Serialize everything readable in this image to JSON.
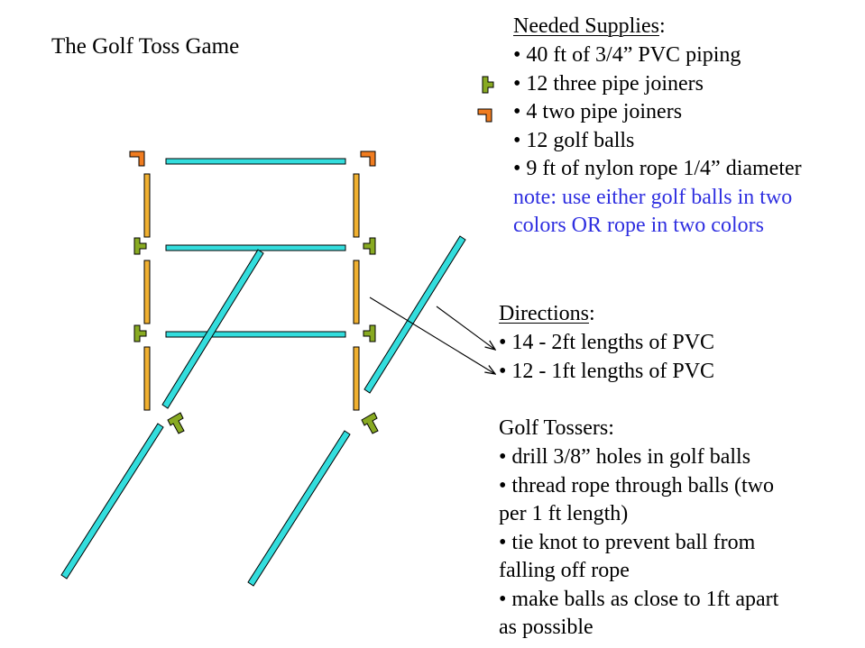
{
  "title": "The Golf Toss Game",
  "supplies": {
    "heading": "Needed Supplies",
    "heading_colon": ":",
    "items": [
      "• 40 ft of 3/4” PVC piping",
      "• 12 three pipe joiners",
      "• 4 two pipe joiners",
      "• 12 golf balls",
      "• 9 ft of nylon rope 1/4” diameter"
    ],
    "note_lines": [
      "note: use either golf balls in two",
      "colors OR rope in two colors"
    ]
  },
  "directions": {
    "heading": "Directions",
    "heading_colon": ":",
    "items": [
      "• 14 - 2ft lengths of PVC",
      "• 12 - 1ft lengths of PVC"
    ]
  },
  "tossers": {
    "heading": "Golf Tossers:",
    "lines": [
      "• drill 3/8” holes in golf balls",
      "• thread rope through balls (two",
      "per 1 ft length)",
      "• tie knot to prevent ball from",
      "falling off rope",
      "• make balls as close to 1ft apart",
      "as possible"
    ]
  },
  "colors": {
    "two_ft_pipe": "#33dddd",
    "one_ft_pipe": "#f0b030",
    "three_pipe_joiner": "#88aa22",
    "two_pipe_joiner": "#f07c20",
    "outline": "#000000",
    "note_text": "#2f2fe0"
  }
}
